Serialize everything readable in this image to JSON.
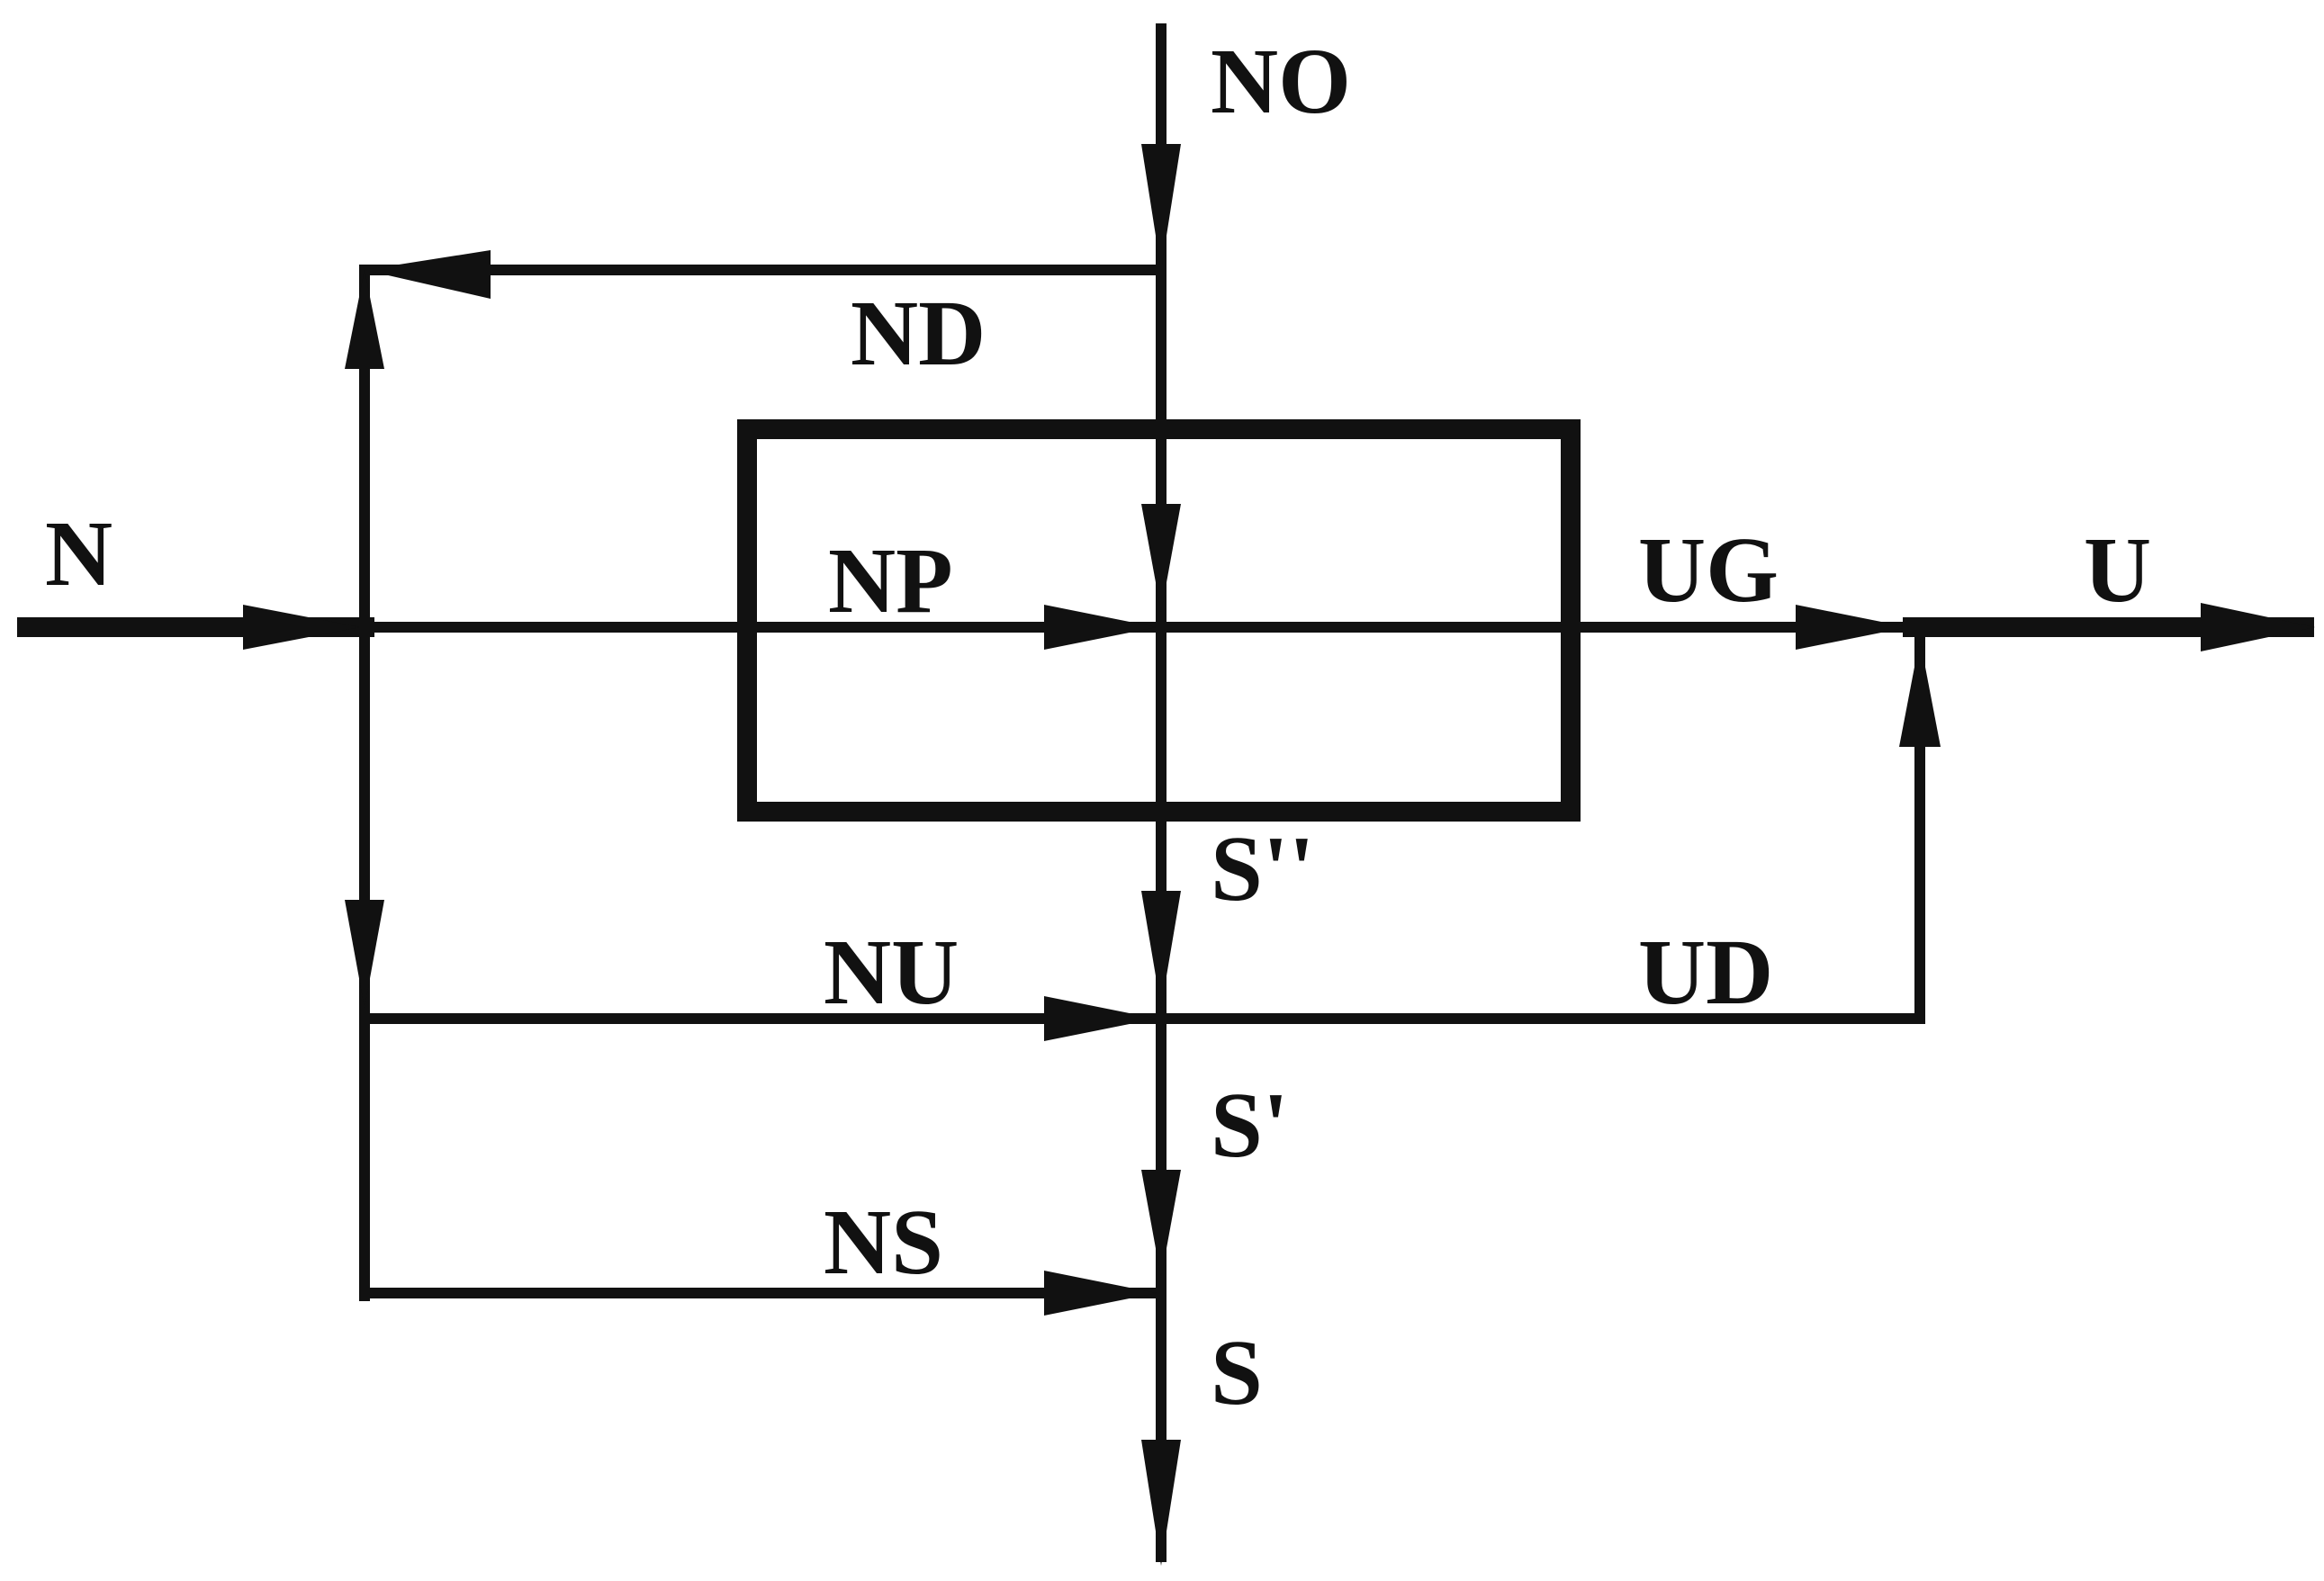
{
  "diagram": {
    "labels": {
      "no": "NO",
      "nd": "ND",
      "n": "N",
      "np": "NP",
      "ug": "UG",
      "u": "U",
      "s_double_prime": "S''",
      "nu": "NU",
      "ud": "UD",
      "s_prime": "S'",
      "ns": "NS",
      "s": "S"
    },
    "colors": {
      "stroke": "#111111",
      "background": "#ffffff"
    }
  }
}
